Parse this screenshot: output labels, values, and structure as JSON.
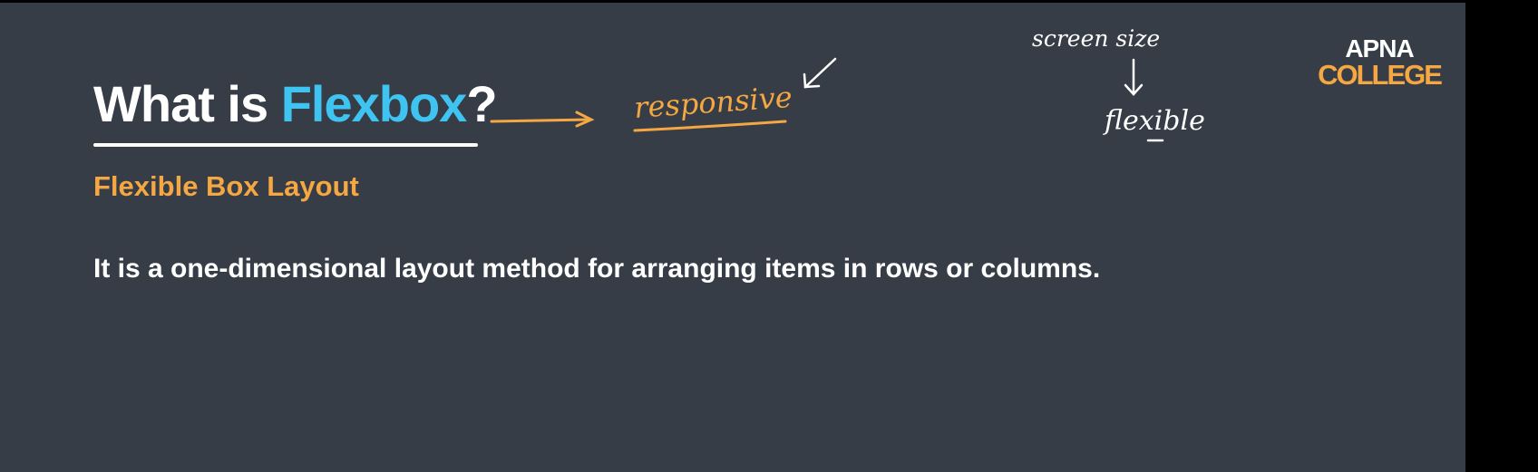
{
  "slide": {
    "title_prefix": "What is ",
    "title_accent": "Flexbox",
    "title_suffix": "?",
    "subtitle": "Flexible Box Layout",
    "definition": "It is a one-dimensional layout method for arranging items in rows or columns."
  },
  "logo": {
    "line1": "APNA",
    "line2": "COLLEGE"
  },
  "annotations": {
    "responsive": "responsive",
    "screen_size": "screen size",
    "flexible": "flexible"
  },
  "colors": {
    "background": "#363d47",
    "accent_blue": "#3fc4f1",
    "accent_orange": "#f4a742",
    "text": "#ffffff"
  }
}
